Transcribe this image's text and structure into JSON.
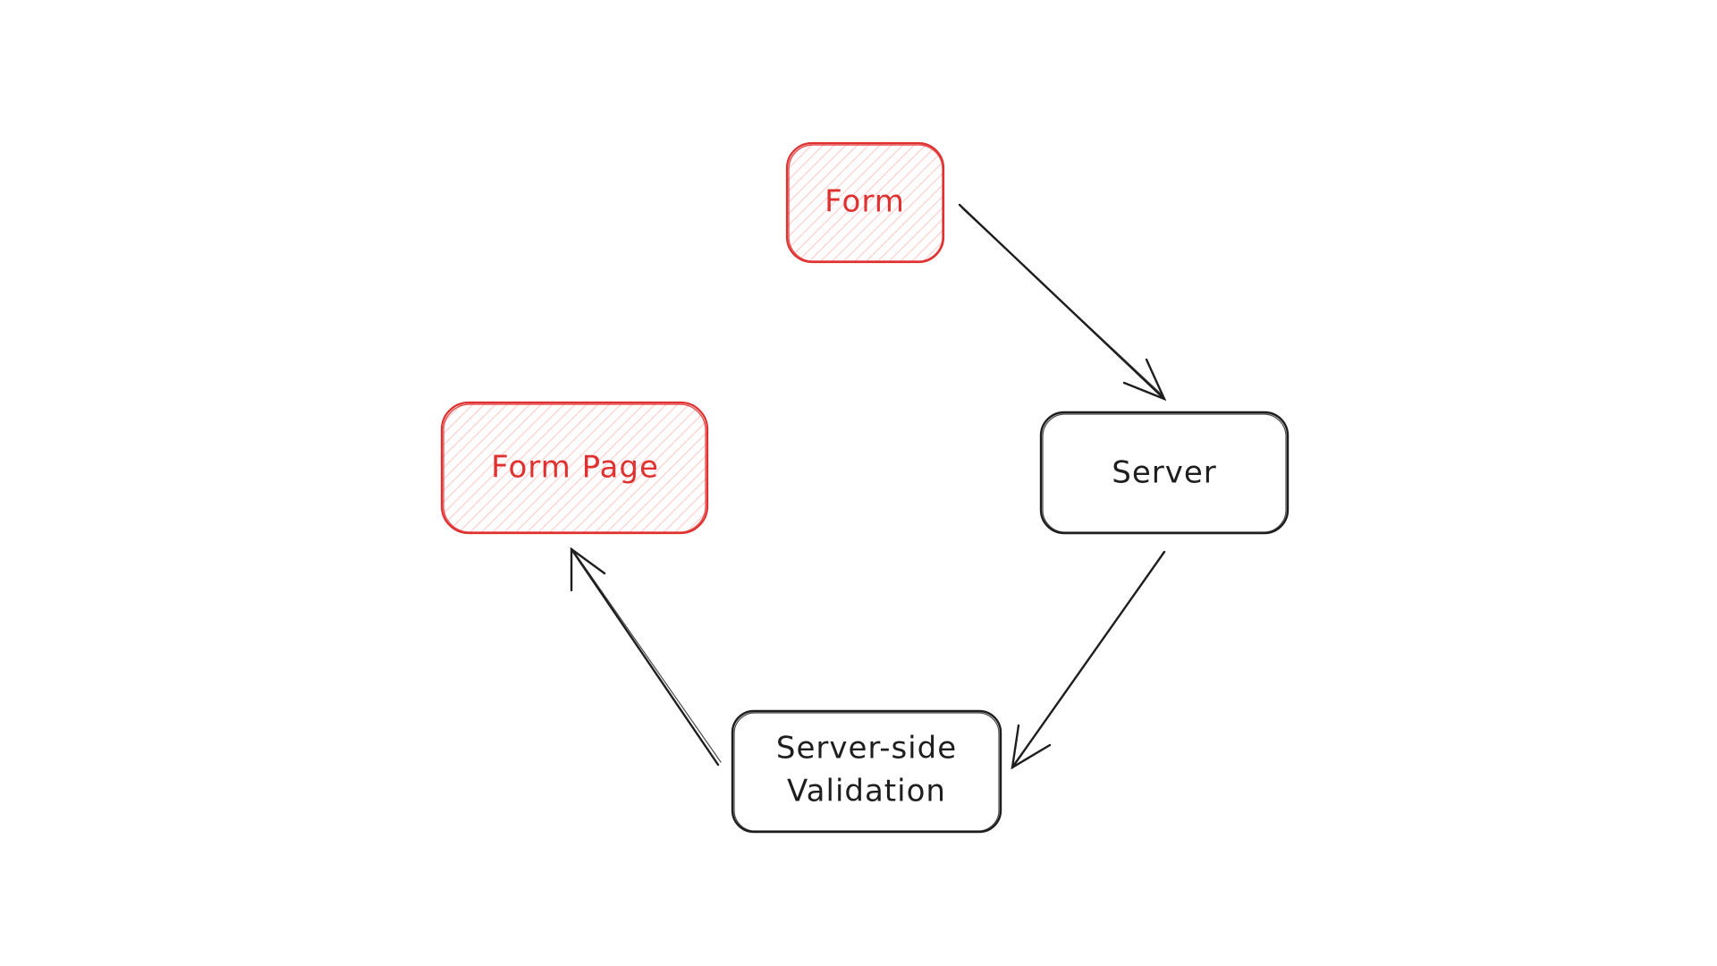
{
  "diagram": {
    "colors": {
      "background": "#ffffff",
      "highlight_stroke": "#e03131",
      "highlight_text": "#e03131",
      "normal_stroke": "#1e1e1e",
      "normal_text": "#1e1e1e"
    },
    "nodes": {
      "form": {
        "label": "Form",
        "highlighted": true
      },
      "server": {
        "label": "Server",
        "highlighted": false
      },
      "validation": {
        "label_line1": "Server-side",
        "label_line2": "Validation",
        "highlighted": false
      },
      "form_page": {
        "label": "Form Page",
        "highlighted": true
      }
    },
    "edges": [
      {
        "from": "form",
        "to": "server"
      },
      {
        "from": "server",
        "to": "validation"
      },
      {
        "from": "validation",
        "to": "form_page"
      }
    ]
  }
}
